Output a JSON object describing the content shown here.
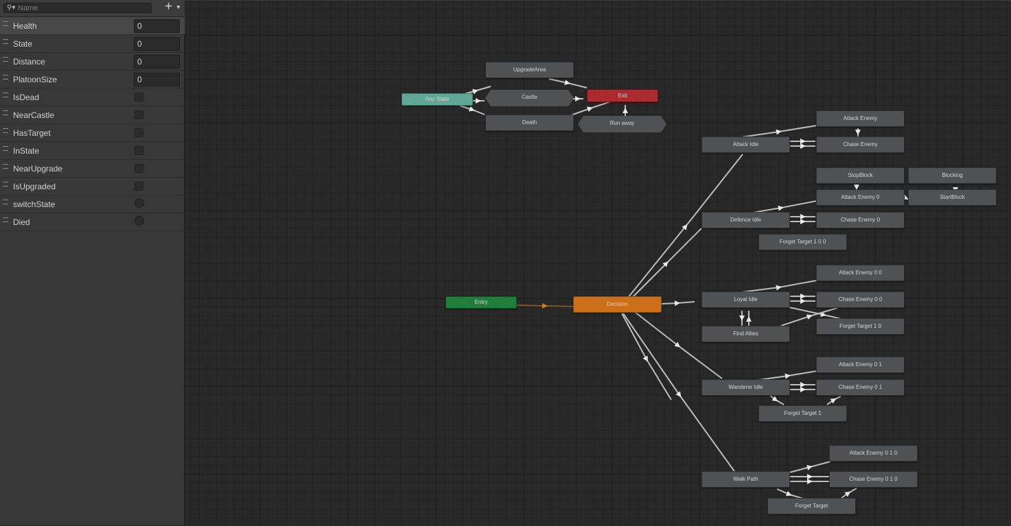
{
  "parameters_panel": {
    "search": {
      "placeholder": "Name",
      "value": ""
    },
    "add_icon": "plus-icon",
    "params": [
      {
        "name": "Health",
        "type": "int",
        "value": "0",
        "selected": true
      },
      {
        "name": "State",
        "type": "int",
        "value": "0"
      },
      {
        "name": "Distance",
        "type": "float",
        "value": "0"
      },
      {
        "name": "PlatoonSize",
        "type": "int",
        "value": "0"
      },
      {
        "name": "IsDead",
        "type": "bool",
        "checked": false
      },
      {
        "name": "NearCastle",
        "type": "bool",
        "checked": false
      },
      {
        "name": "HasTarget",
        "type": "bool",
        "checked": false
      },
      {
        "name": "InState",
        "type": "bool",
        "checked": false
      },
      {
        "name": "NearUpgrade",
        "type": "bool",
        "checked": false
      },
      {
        "name": "IsUpgraded",
        "type": "bool",
        "checked": false
      },
      {
        "name": "switchState",
        "type": "trigger"
      },
      {
        "name": "Died",
        "type": "trigger"
      }
    ]
  },
  "graph": {
    "colors": {
      "any_state": "#5da592",
      "exit": "#a8262a",
      "entry": "#1a7a37",
      "default_state": "#cc6f1a",
      "state": "#4f5153",
      "wire": "#c0c0c0",
      "entry_wire": "#b0651e"
    },
    "states": {
      "upgrade_area": "UpgradeArea",
      "any_state": "Any State",
      "castle": "Castle",
      "exit": "Exit",
      "death": "Death",
      "run_away": "Run away",
      "attack_enemy": "Attack Enemy",
      "attack_idle": "Attack Idle",
      "chase_enemy": "Chase Enemy",
      "stop_block": "StopBlock",
      "blocking": "Blocking",
      "attack_enemy_0": "Attack Enemy 0",
      "start_block": "StartBlock",
      "defence_idle": "Defence Idle",
      "chase_enemy_0": "Chase Enemy 0",
      "forget_target_1_0_0": "Forget Target 1 0 0",
      "attack_enemy_0_0": "Attack Enemy 0 0",
      "entry": "Entry",
      "decision": "Decision",
      "loyal_idle": "Loyal Idle",
      "chase_enemy_0_0": "Chase Enemy 0 0",
      "forget_target_1_0": "Forget Target 1 0",
      "find_allies": "Find Allies",
      "attack_enemy_0_1": "Attack Enemy 0 1",
      "wanderer_idle": "Wanderer Idle",
      "chase_enemy_0_1": "Chase Enemy 0 1",
      "forget_target_1": "Forget Target 1",
      "attack_enemy_0_1_0": "Attack Enemy 0 1 0",
      "walk_path": "Walk Path",
      "chase_enemy_0_1_0": "Chase Enemy 0 1 0",
      "forget_target": "Forget Target"
    }
  }
}
